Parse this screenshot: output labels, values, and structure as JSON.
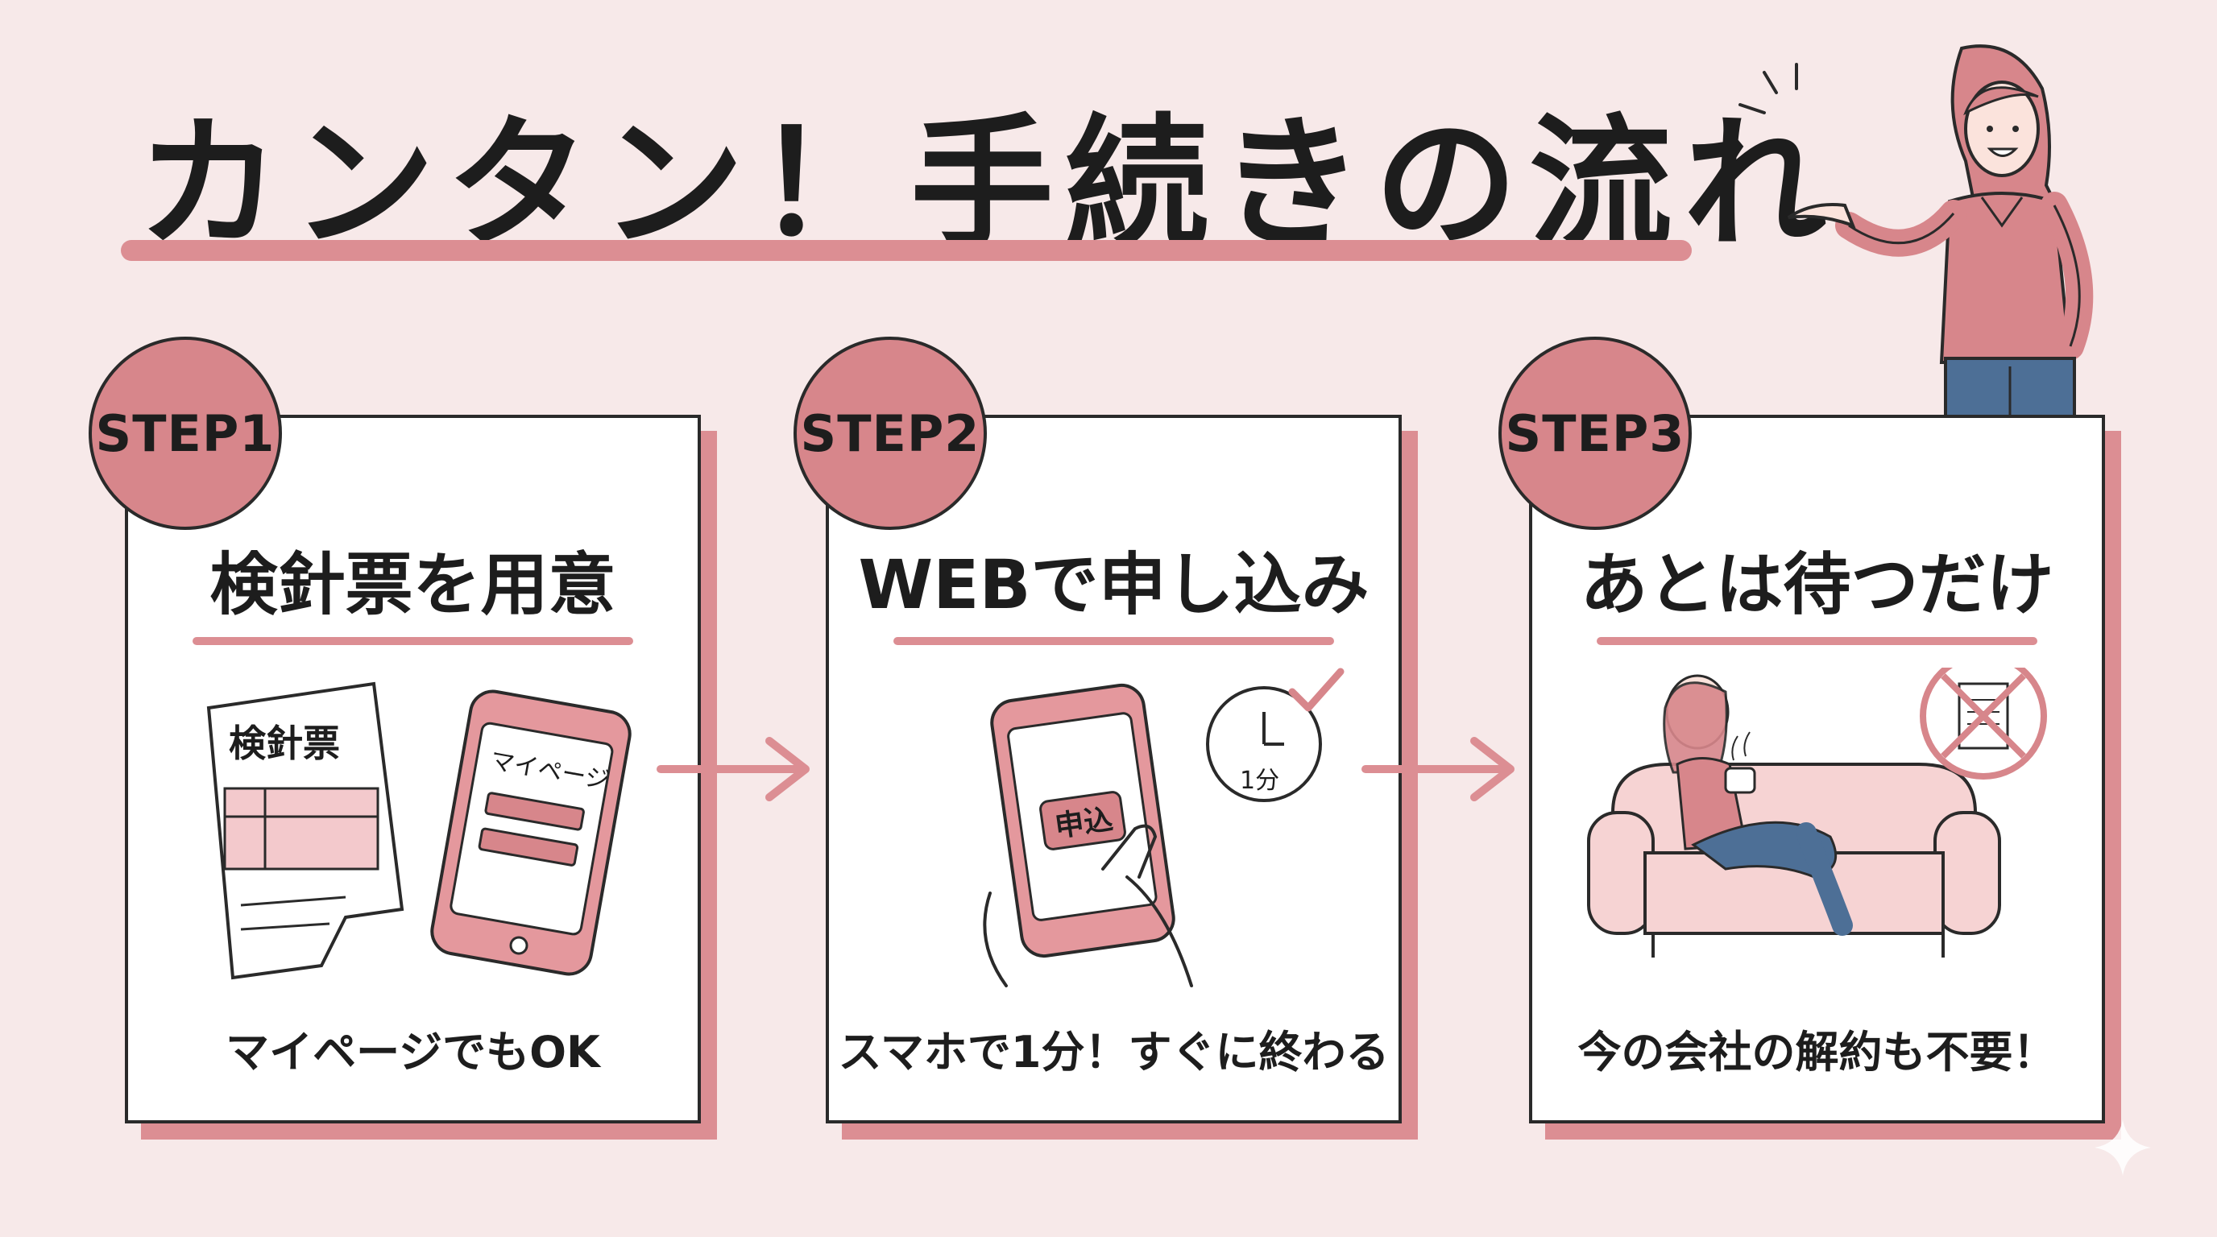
{
  "title": "カンタン！手続きの流れ",
  "steps": [
    {
      "badge": "STEP1",
      "heading": "検針票を用意",
      "caption": "マイページでもOK",
      "doc_label": "検針票",
      "phone_label": "マイページ"
    },
    {
      "badge": "STEP2",
      "heading": "WEBで申し込み",
      "caption": "スマホで1分！すぐに終わる",
      "button_label": "申込",
      "clock_label": "1分"
    },
    {
      "badge": "STEP3",
      "heading": "あとは待つだけ",
      "caption": "今の会社の解約も不要！"
    }
  ],
  "colors": {
    "background": "#f7e9e9",
    "accent": "#dc8e93",
    "badge": "#d7868b",
    "outline": "#2a2a2a"
  }
}
